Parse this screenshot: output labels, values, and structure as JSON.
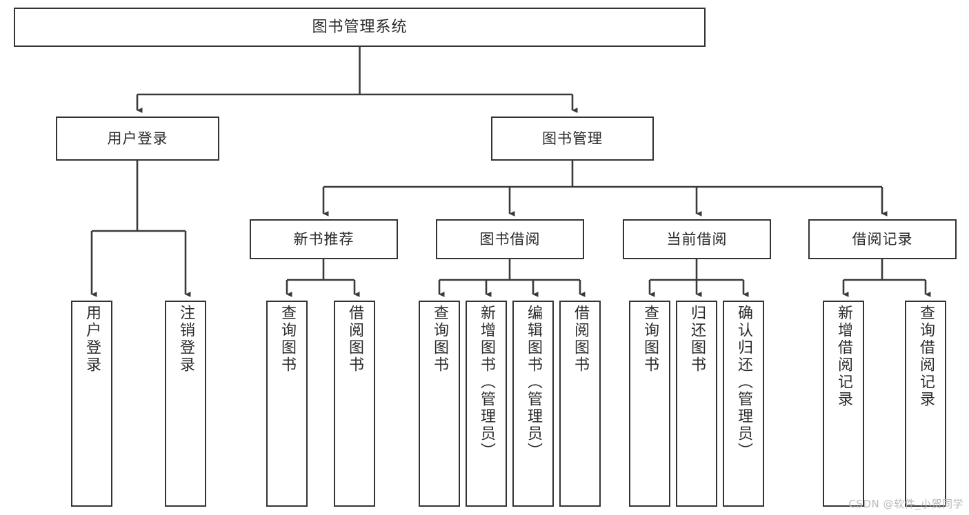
{
  "diagram": {
    "title": "图书管理系统",
    "type": "function-structure-tree",
    "watermark": "CSDN @软件_小贺同学",
    "colors": {
      "box_stroke": "#333333",
      "box_fill": "#ffffff",
      "connector": "#3a3a3a",
      "text": "#2b2b2b",
      "watermark": "#b9b9b9",
      "background": "#ffffff"
    },
    "levels": {
      "root": {
        "label": "图书管理系统"
      },
      "level2": [
        {
          "id": "user-login",
          "label": "用户登录"
        },
        {
          "id": "book-manage",
          "label": "图书管理"
        }
      ],
      "level3": [
        {
          "id": "new-book-recommend",
          "label": "新书推荐",
          "parent": "book-manage"
        },
        {
          "id": "book-borrow",
          "label": "图书借阅",
          "parent": "book-manage"
        },
        {
          "id": "current-borrow",
          "label": "当前借阅",
          "parent": "book-manage"
        },
        {
          "id": "borrow-record",
          "label": "借阅记录",
          "parent": "book-manage"
        }
      ],
      "leaves": {
        "user-login": [
          {
            "id": "leaf-user-login",
            "label": "用户登录"
          },
          {
            "id": "leaf-logout-login",
            "label": "注销登录"
          }
        ],
        "new-book-recommend": [
          {
            "id": "leaf-query-book-1",
            "label": "查询图书"
          },
          {
            "id": "leaf-borrow-book-1",
            "label": "借阅图书"
          }
        ],
        "book-borrow": [
          {
            "id": "leaf-query-book-2",
            "label": "查询图书"
          },
          {
            "id": "leaf-add-book",
            "label": "新增图书（管理员）"
          },
          {
            "id": "leaf-edit-book",
            "label": "编辑图书（管理员）"
          },
          {
            "id": "leaf-borrow-book-2",
            "label": "借阅图书"
          }
        ],
        "current-borrow": [
          {
            "id": "leaf-query-book-3",
            "label": "查询图书"
          },
          {
            "id": "leaf-return-book",
            "label": "归还图书"
          },
          {
            "id": "leaf-confirm-return",
            "label": "确认归还（管理员）"
          }
        ],
        "borrow-record": [
          {
            "id": "leaf-add-record",
            "label": "新增借阅记录"
          },
          {
            "id": "leaf-query-record",
            "label": "查询借阅记录"
          }
        ]
      }
    }
  }
}
